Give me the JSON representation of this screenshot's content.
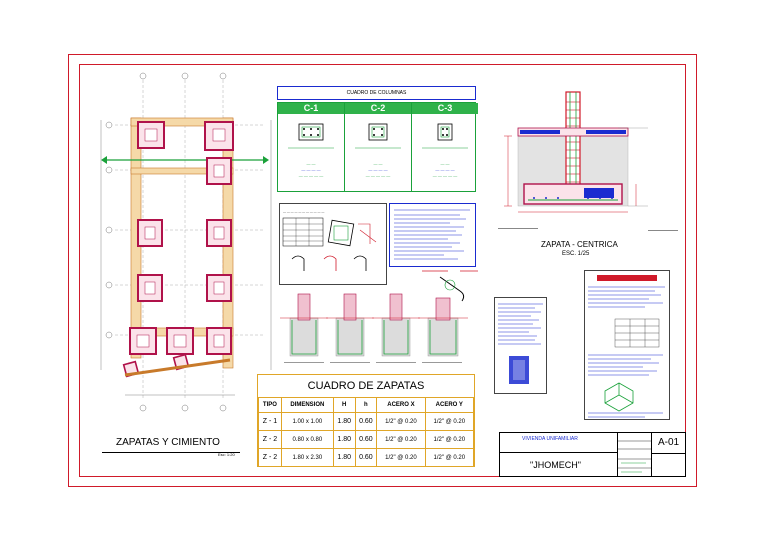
{
  "plan": {
    "title": "ZAPATAS Y CIMIENTO",
    "scale": "Esc: 1:20"
  },
  "columns": {
    "title": "CUADRO DE COLUMNAS",
    "items": [
      {
        "label": "C-1"
      },
      {
        "label": "C-2"
      },
      {
        "label": "C-3"
      }
    ]
  },
  "zapata_detail": {
    "title": "ZAPATA - CENTRICA",
    "scale": "ESC. 1/25"
  },
  "zapatas": {
    "title": "CUADRO DE ZAPATAS",
    "headers": [
      "TIPO",
      "DIMENSION",
      "H",
      "h",
      "ACERO X",
      "ACERO Y"
    ],
    "rows": [
      [
        "Z - 1",
        "1.00 x 1.00",
        "1.80",
        "0.60",
        "1/2\" @ 0.20",
        "1/2\" @ 0.20"
      ],
      [
        "Z - 2",
        "0.80 x 0.80",
        "1.80",
        "0.60",
        "1/2\" @ 0.20",
        "1/2\" @ 0.20"
      ],
      [
        "Z - 2",
        "1.80 x 2.30",
        "1.80",
        "0.60",
        "1/2\" @ 0.20",
        "1/2\" @ 0.20"
      ]
    ]
  },
  "title_block": {
    "project": "VIVIENDA UNIFAMILIAR",
    "owner": "\"JHOMECH\"",
    "sheet": "A-01"
  },
  "colors": {
    "frame": "#d01a2a",
    "green": "#1aa13a",
    "blue": "#1a2bd0",
    "gold": "#e0a628",
    "magenta": "#b0124a"
  }
}
